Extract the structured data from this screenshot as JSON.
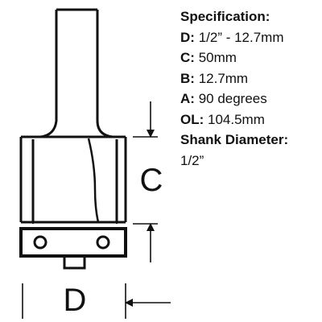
{
  "diagram": {
    "dimension_labels": {
      "c": "C",
      "d": "D"
    }
  },
  "spec": {
    "title": "Specification:",
    "rows": [
      {
        "key": "D:",
        "value": "1/2” - 12.7mm"
      },
      {
        "key": "C:",
        "value": "50mm"
      },
      {
        "key": "B:",
        "value": "12.7mm"
      },
      {
        "key": "A:",
        "value": "90 degrees"
      },
      {
        "key": "OL:",
        "value": "104.5mm"
      }
    ],
    "shank_title": "Shank Diameter:",
    "shank_value": "1/2”"
  },
  "colors": {
    "line": "#111111",
    "background": "#ffffff"
  }
}
